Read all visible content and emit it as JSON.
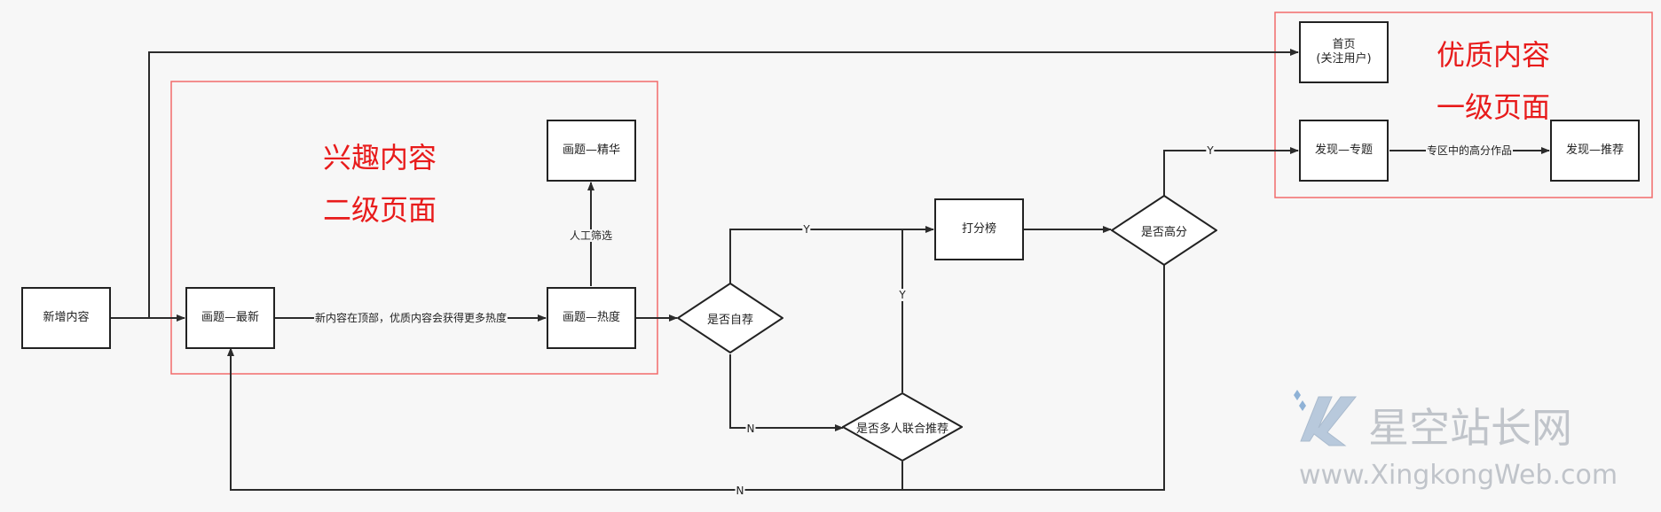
{
  "nodes": {
    "new_content": "新增内容",
    "latest": "画题—最新",
    "hot": "画题—热度",
    "best": "画题—精华",
    "self_rec": "是否自荐",
    "multi_rec": "是否多人联合推荐",
    "score_board": "打分榜",
    "high_score": "是否高分",
    "home": "首页\n(关注用户)",
    "discover_topic": "发现—专题",
    "discover_rec": "发现—推荐"
  },
  "edges": {
    "latest_to_hot": "新内容在顶部，优质内容会获得更多热度",
    "manual_filter": "人工筛选",
    "self_yes": "Y",
    "self_no": "N",
    "multi_yes": "Y",
    "bottom_no": "N",
    "high_yes": "Y",
    "topic_to_rec": "专区中的高分作品"
  },
  "regions": {
    "interest_line1": "兴趣内容",
    "interest_line2": "二级页面",
    "quality_line1": "优质内容",
    "quality_line2": "一级页面"
  },
  "watermark": {
    "brand": "星空站长网",
    "url": "www.XingkongWeb.com"
  },
  "colors": {
    "region_border": "#f26b6b",
    "region_text": "#e81b1b",
    "line": "#2b2b2b",
    "watermark": "#c0c4ca"
  }
}
